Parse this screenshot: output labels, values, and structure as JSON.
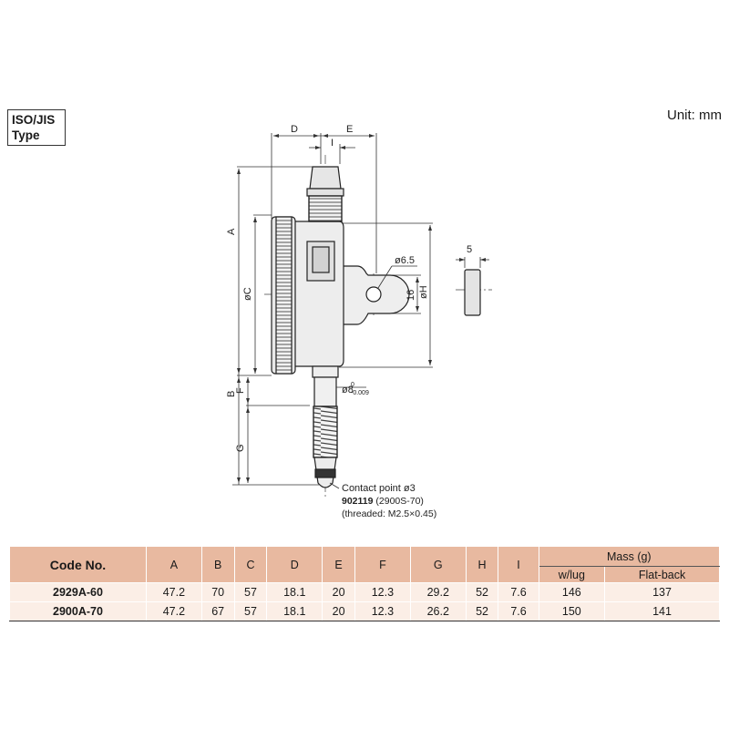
{
  "type_label": {
    "line1": "ISO/JIS",
    "line2": "Type"
  },
  "unit_label": "Unit: mm",
  "drawing": {
    "dims": {
      "D": "D",
      "E": "E",
      "I": "I",
      "A": "A",
      "C": "øC",
      "B": "B",
      "F": "F",
      "G": "G",
      "H": "øH"
    },
    "hole_dia": "ø6.5",
    "lug_height": "16",
    "stem_dia": "ø8",
    "stem_tol_upper": "0",
    "stem_tol_lower": "-0.009",
    "side_width": "5",
    "contact_point": "Contact point ø3",
    "part_no": "902119",
    "part_alt": "(2900S-70)",
    "threaded": "(threaded: M2.5×0.45)"
  },
  "table": {
    "code_header": "Code No.",
    "columns": [
      "A",
      "B",
      "C",
      "D",
      "E",
      "F",
      "G",
      "H",
      "I"
    ],
    "mass_header": "Mass (g)",
    "mass_sub": [
      "w/lug",
      "Flat-back"
    ],
    "rows": [
      {
        "code": "2929A-60",
        "values": [
          "47.2",
          "70",
          "57",
          "18.1",
          "20",
          "12.3",
          "29.2",
          "52",
          "7.6"
        ],
        "mass": [
          "146",
          "137"
        ]
      },
      {
        "code": "2900A-70",
        "values": [
          "47.2",
          "67",
          "57",
          "18.1",
          "20",
          "12.3",
          "26.2",
          "52",
          "7.6"
        ],
        "mass": [
          "150",
          "141"
        ]
      }
    ]
  }
}
